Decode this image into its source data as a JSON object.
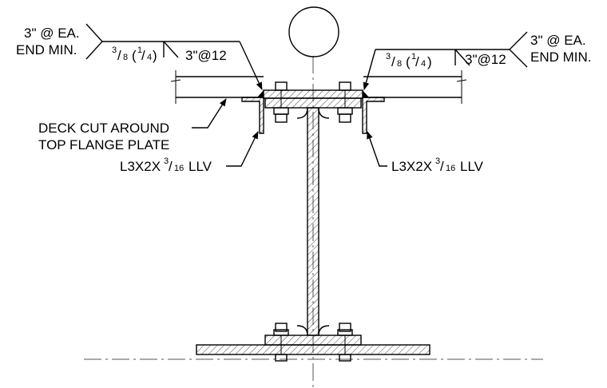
{
  "weld_left": {
    "tail_line1": "3\" @ EA.",
    "tail_line2": "END MIN.",
    "size_num": "3",
    "size_den": "8",
    "size_paren_num": "1",
    "size_paren_den": "4",
    "pitch": "3\"@12"
  },
  "weld_right": {
    "tail_line1": "3\" @ EA.",
    "tail_line2": "END MIN.",
    "size_num": "3",
    "size_den": "8",
    "size_paren_num": "1",
    "size_paren_den": "4",
    "pitch": "3\"@12"
  },
  "deck_note": {
    "line1": "DECK CUT AROUND",
    "line2": "TOP FLANGE PLATE"
  },
  "angle_left": {
    "prefix": "L3X2X",
    "num": "3",
    "den": "16",
    "suffix": "LLV"
  },
  "angle_right": {
    "prefix": "L3X2X",
    "num": "3",
    "den": "16",
    "suffix": "LLV"
  }
}
